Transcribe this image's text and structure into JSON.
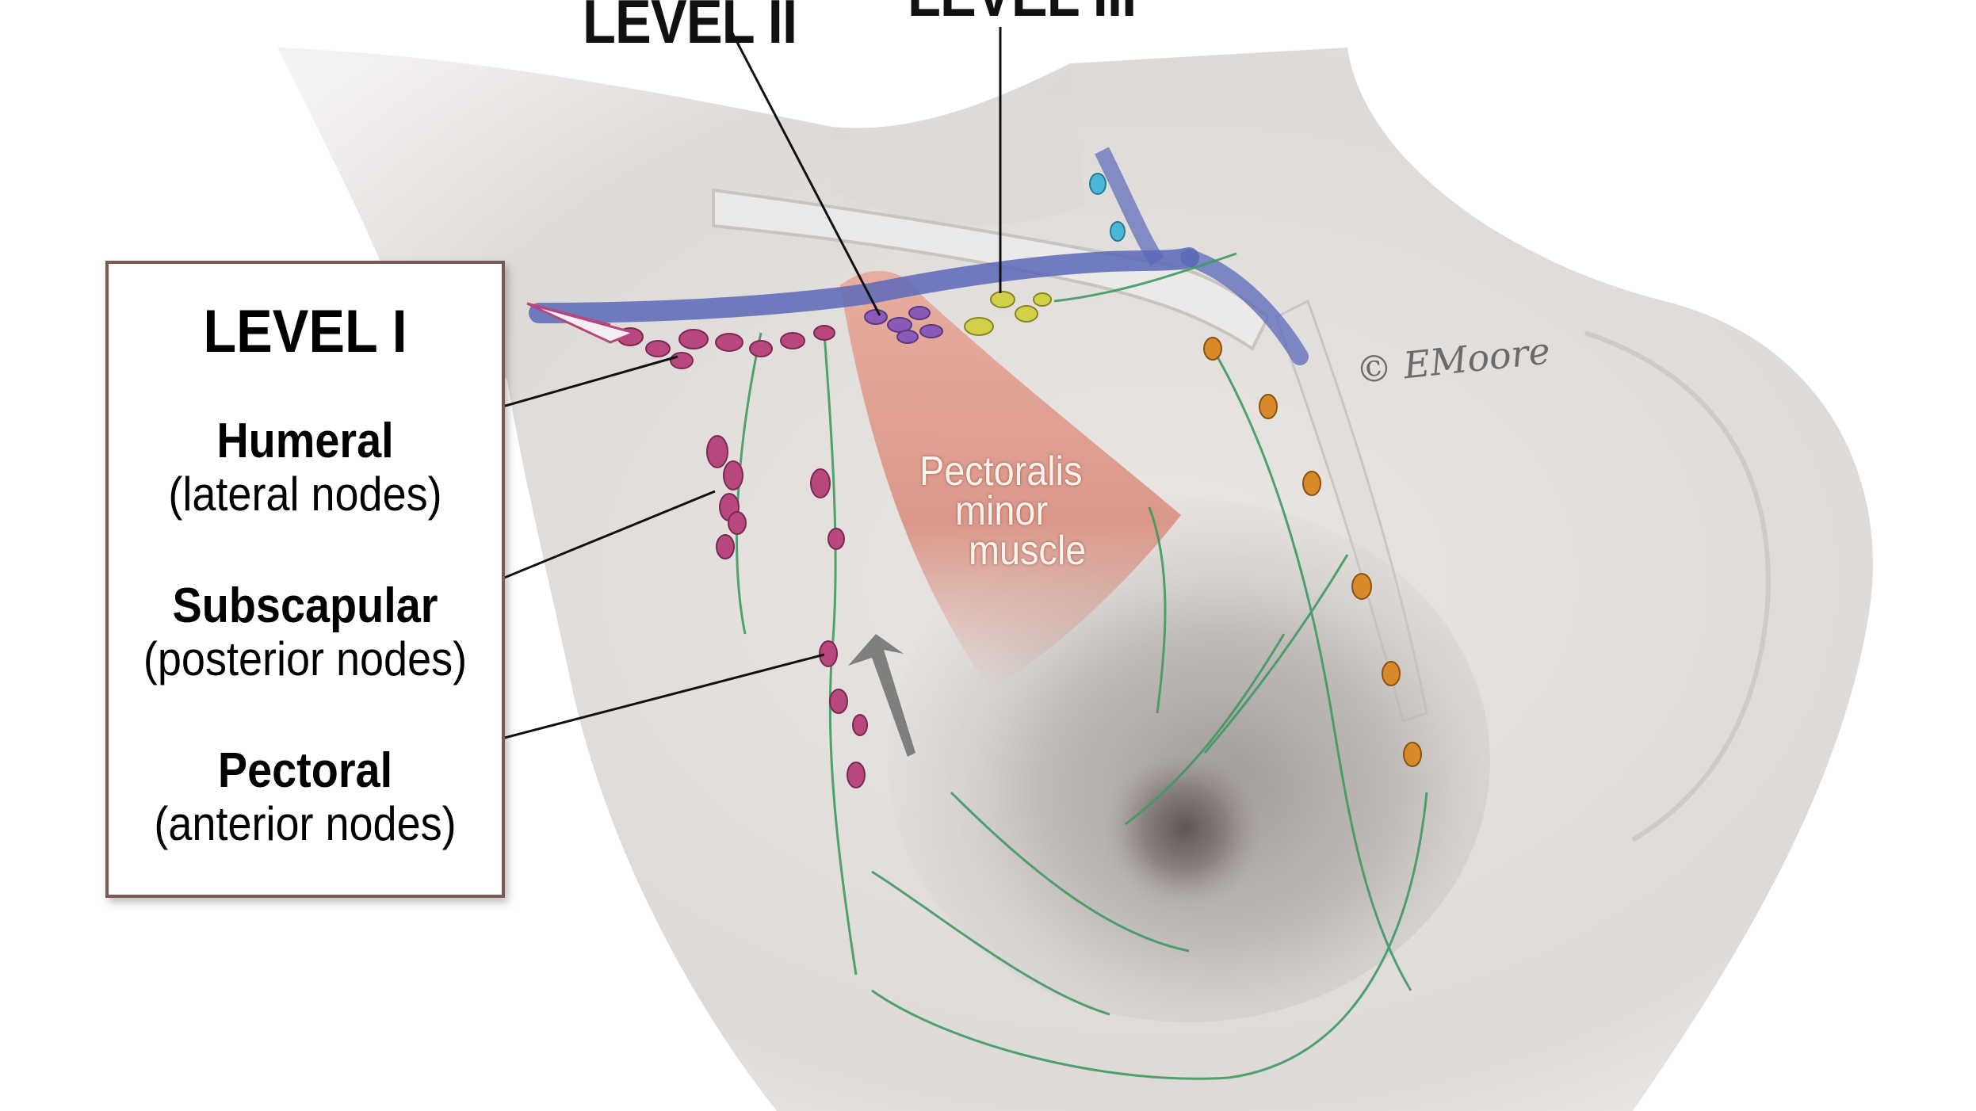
{
  "labels": {
    "level_ii": "LEVEL II",
    "level_iii": "LEVEL III",
    "level_i": "LEVEL I",
    "muscle_line1": "Pectoralis",
    "muscle_line2": "minor",
    "muscle_line3": "muscle",
    "copyright": "© EMoore"
  },
  "node_groups": [
    {
      "name": "Humeral",
      "desc": "(lateral nodes)"
    },
    {
      "name": "Subscapular",
      "desc": "(posterior nodes)"
    },
    {
      "name": "Pectoral",
      "desc": "(anterior nodes)"
    }
  ],
  "colors": {
    "skin": "#e6e3e1",
    "skin_shade": "#cfcbc8",
    "vein": "#5a68b8",
    "lymph_vessel": "#3f9a62",
    "level1_nodes": "#b8477e",
    "level2_nodes": "#8a5ab8",
    "level3_nodes": "#d4d04a",
    "internal_mammary_nodes": "#d88a2a",
    "supraclavicular_nodes": "#48b8d6",
    "muscle": "#d98f80",
    "legend_border": "#7a5a52"
  }
}
